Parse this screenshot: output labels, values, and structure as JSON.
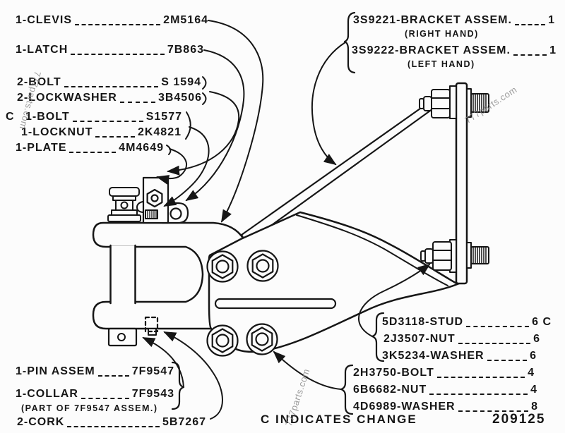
{
  "watermark": {
    "text": "777parts.com"
  },
  "callouts": {
    "clevis": {
      "label": "1-CLEVIS",
      "part": "2M5164"
    },
    "latch": {
      "label": "1-LATCH",
      "part": "7B863"
    },
    "bolt_s1594": {
      "label": "2-BOLT",
      "part": "S 1594"
    },
    "lockwasher": {
      "label": "2-LOCKWASHER",
      "part": "3B4506"
    },
    "bolt_s1577": {
      "change_flag": "C",
      "label": "1-BOLT",
      "part": "S1577"
    },
    "locknut": {
      "label": "1-LOCKNUT",
      "part": "2K4821"
    },
    "plate": {
      "label": "1-PLATE",
      "part": "4M4649"
    },
    "bracket_right": {
      "label": "3S9221-BRACKET ASSEM.",
      "qty": "1",
      "sub": "(RIGHT HAND)"
    },
    "bracket_left": {
      "label": "3S9222-BRACKET ASSEM.",
      "qty": "1",
      "sub": "(LEFT HAND)"
    },
    "stud": {
      "label": "5D3118-STUD",
      "qty": "6 C"
    },
    "nut_2j3507": {
      "label": "2J3507-NUT",
      "qty": "6"
    },
    "washer_3k5234": {
      "label": "3K5234-WASHER",
      "qty": "6"
    },
    "bolt_2h3750": {
      "label": "2H3750-BOLT",
      "qty": "4"
    },
    "nut_6b6682": {
      "label": "6B6682-NUT",
      "qty": "4"
    },
    "washer_4d6989": {
      "label": "4D6989-WASHER",
      "qty": "8"
    },
    "pin_assem": {
      "label": "1-PIN ASSEM",
      "part": "7F9547"
    },
    "collar": {
      "label": "1-COLLAR",
      "part": "7F9543",
      "sub": "(PART OF 7F9547 ASSEM.)"
    },
    "cork": {
      "label": "2-CORK",
      "part": "5B7267"
    }
  },
  "footer": {
    "change_note": "C INDICATES CHANGE",
    "drawing_number": "209125"
  }
}
